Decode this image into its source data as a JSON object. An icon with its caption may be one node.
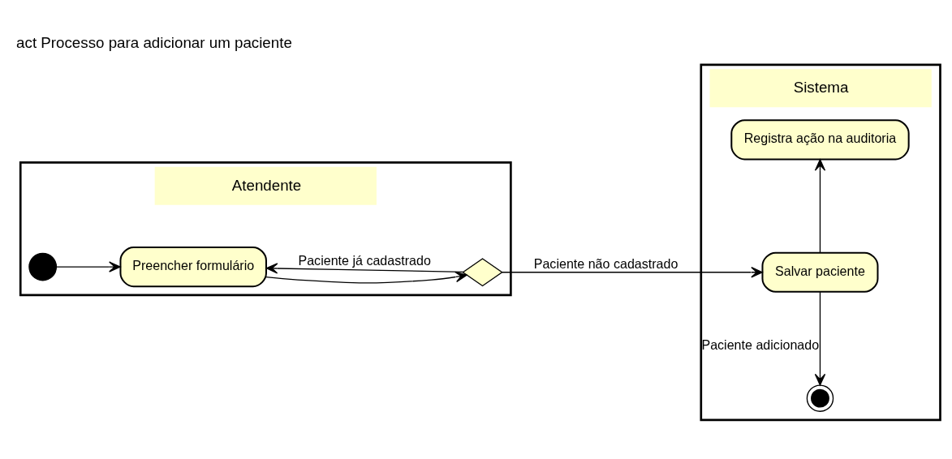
{
  "diagram": {
    "title": "act Processo para adicionar um paciente",
    "nodes": [
      {
        "text": [
          "Atendente"
        ]
      },
      {
        "text": [
          "Sistema"
        ]
      },
      {
        "text": [],
        "shape": "circle",
        "in": 0
      },
      {
        "text": [
          "Preencher formulário"
        ],
        "in": 0
      },
      {
        "text": [],
        "shape": "diamond",
        "in": 0
      },
      {
        "text": [
          "Registra ação na auditoria"
        ],
        "in": 1
      },
      {
        "text": [
          "Salvar paciente"
        ],
        "in": 1
      },
      {
        "text": [],
        "shape": "circle",
        "in": 1
      }
    ],
    "edges": [
      {
        "from": 2,
        "to": 3,
        "arrow": "to"
      },
      {
        "from": 3,
        "to": 4,
        "arrow": "to"
      },
      {
        "from": 4,
        "to": 3,
        "arrow": "to",
        "label": "Paciente já cadastrado"
      },
      {
        "from": 4,
        "to": 6,
        "arrow": "to",
        "label": "Paciente não cadastrado"
      },
      {
        "from": 6,
        "to": 5,
        "arrow": "to"
      },
      {
        "from": 6,
        "to": 7,
        "arrow": "to",
        "label": "Paciente adicionado"
      }
    ]
  }
}
